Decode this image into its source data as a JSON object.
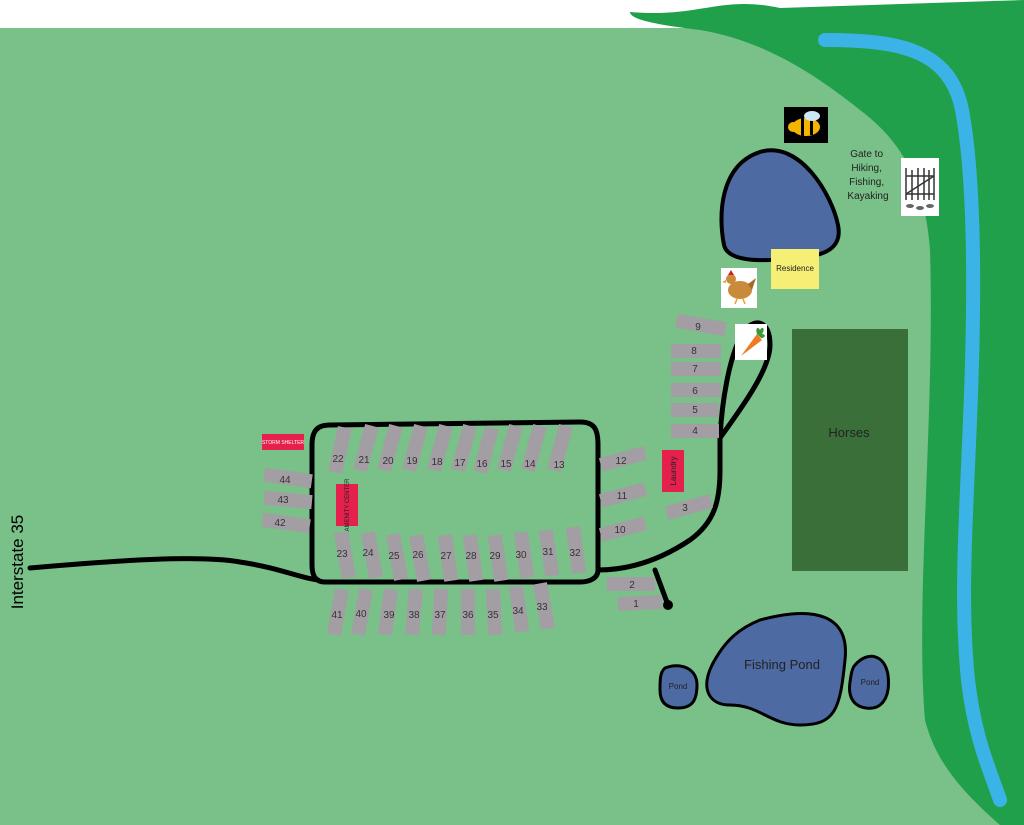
{
  "road_label": "Interstate 35",
  "labels": {
    "storm_shelter": "STORM SHELTER",
    "amenity_center": "AMENITY CENTER",
    "laundry": "Laundry",
    "residence": "Residence",
    "horses": "Horses",
    "fishing_pond": "Fishing Pond",
    "pond_left": "Pond",
    "pond_right": "Pond",
    "gate": [
      "Gate to",
      "Hiking,",
      "Fishing,",
      "Kayaking"
    ]
  },
  "sites": [
    "1",
    "2",
    "3",
    "4",
    "5",
    "6",
    "7",
    "8",
    "9",
    "10",
    "11",
    "12",
    "13",
    "14",
    "15",
    "16",
    "17",
    "18",
    "19",
    "20",
    "21",
    "22",
    "23",
    "24",
    "25",
    "26",
    "27",
    "28",
    "29",
    "30",
    "31",
    "32",
    "33",
    "34",
    "35",
    "36",
    "37",
    "38",
    "39",
    "40",
    "41",
    "42",
    "43",
    "44"
  ],
  "icons": [
    "bee-icon",
    "gate-icon",
    "chicken-icon",
    "carrot-icon"
  ],
  "colors": {
    "grass": "#79c089",
    "forest": "#21a04b",
    "river": "#3cb3e6",
    "pond": "#4d6aa3",
    "horses": "#3b6f3a",
    "site": "#a39ea3",
    "red_building": "#e5204c",
    "residence": "#f5ef75",
    "road": "#000000"
  }
}
